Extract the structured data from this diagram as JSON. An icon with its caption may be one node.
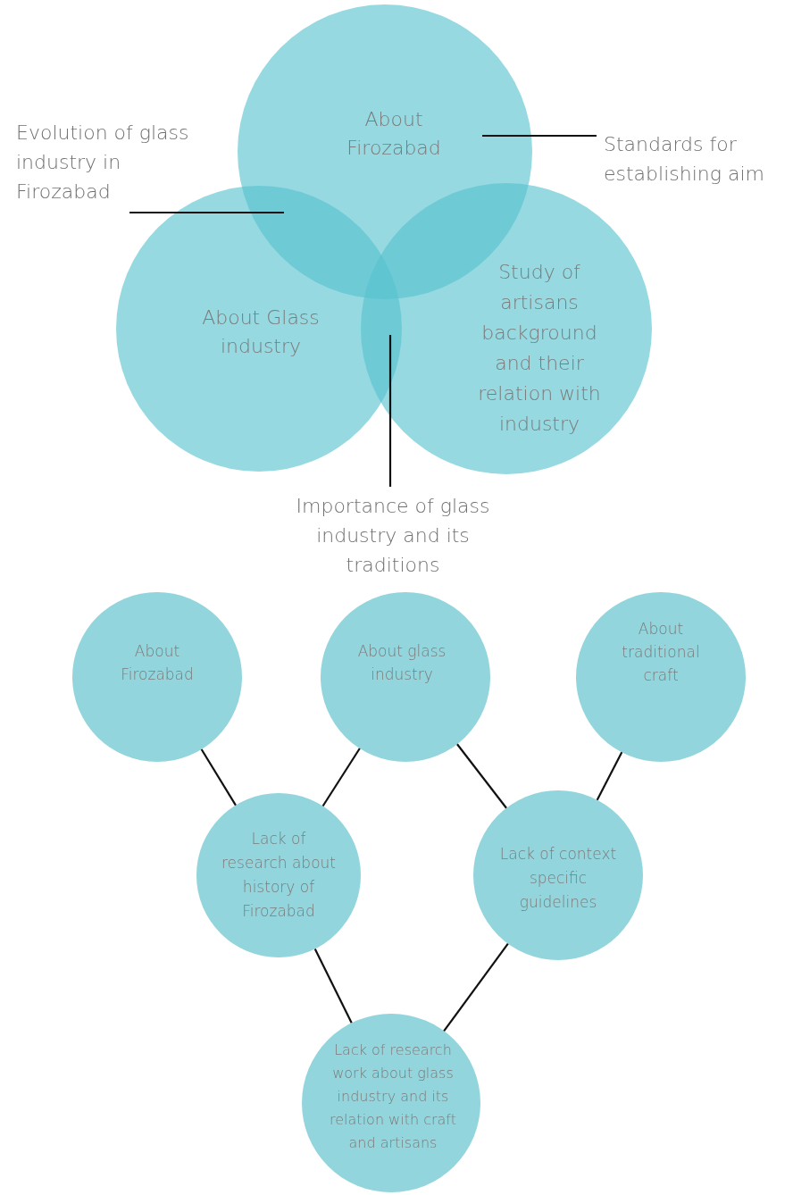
{
  "diagram": {
    "nodes": [
      {
        "text": [
          "About Firozabad"
        ]
      },
      {
        "text": [
          "About Glass industry"
        ]
      },
      {
        "text": [
          "Study of artisans background and their relation with industry"
        ]
      },
      {
        "text": [
          "Evolution of glass industry in Firozabad"
        ]
      },
      {
        "text": [
          "Standards for establishing aim"
        ]
      },
      {
        "text": [
          "Importance of glass industry and its traditions"
        ]
      },
      {
        "text": [
          "About Firozabad"
        ]
      },
      {
        "text": [
          "About glass industry"
        ]
      },
      {
        "text": [
          "About traditional craft"
        ]
      },
      {
        "text": [
          "Lack of research about history of Firozabad"
        ]
      },
      {
        "text": [
          "Lack of context specific guidelines"
        ]
      },
      {
        "text": [
          "Lack of research work about glass industry and its relation with craft and artisans"
        ]
      }
    ],
    "edges": [
      {
        "from": 3,
        "to": 1,
        "arrow": "none"
      },
      {
        "from": 4,
        "to": 0,
        "arrow": "none"
      },
      {
        "from": 5,
        "to": 1,
        "arrow": "none"
      },
      {
        "from": 6,
        "to": 9,
        "arrow": "none"
      },
      {
        "from": 7,
        "to": 9,
        "arrow": "none"
      },
      {
        "from": 7,
        "to": 10,
        "arrow": "none"
      },
      {
        "from": 8,
        "to": 10,
        "arrow": "none"
      },
      {
        "from": 9,
        "to": 11,
        "arrow": "none"
      },
      {
        "from": 10,
        "to": 11,
        "arrow": "none"
      }
    ]
  }
}
